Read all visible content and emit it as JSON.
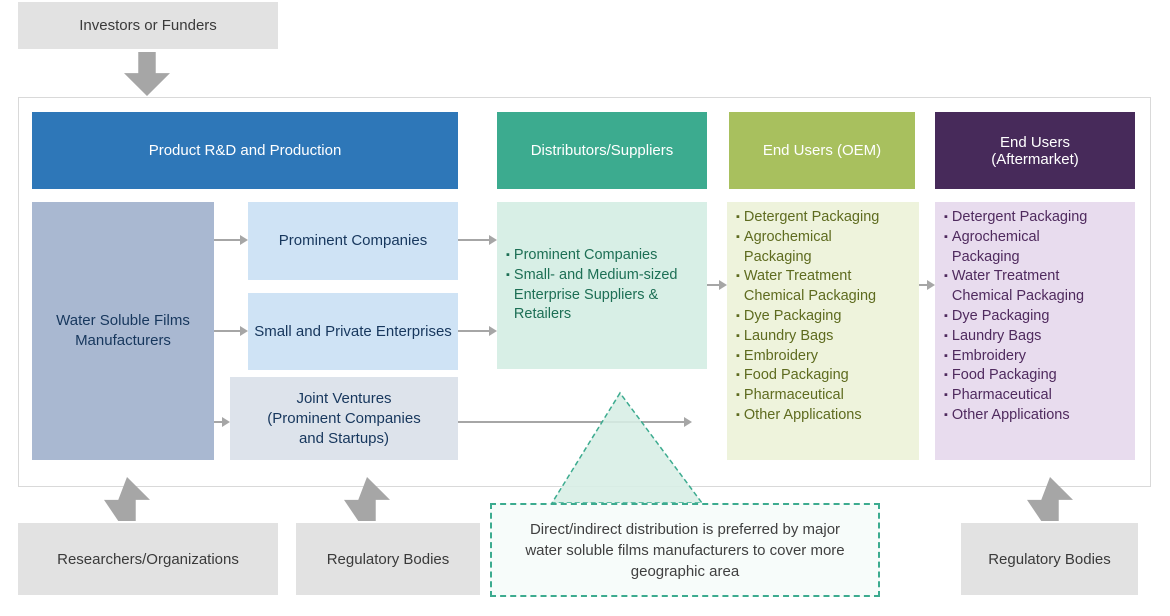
{
  "palette": {
    "header_rnd": "#2e77b8",
    "header_distributors": "#3cab8f",
    "header_oem": "#a8c05e",
    "header_aftermarket": "#472a5a",
    "box_manufacturers": "#a9b8d1",
    "box_light_blue": "#cfe3f5",
    "box_joint_ventures": "#dde3eb",
    "box_light_teal": "#d8efe6",
    "box_light_olive": "#eef3dc",
    "box_light_purple": "#e8dcee",
    "box_gray": "#e2e2e2",
    "arrow_gray": "#a6a6a6",
    "callout_border": "#3cab8f"
  },
  "external": {
    "investors": "Investors or Funders",
    "researchers": "Researchers/Organizations",
    "regulatory_left": "Regulatory Bodies",
    "regulatory_right": "Regulatory Bodies"
  },
  "headers": {
    "rnd": "Product R&D and Production",
    "distributors": "Distributors/Suppliers",
    "oem": "End Users (OEM)",
    "aftermarket": "End Users (Aftermarket)"
  },
  "production": {
    "manufacturers": "Water Soluble Films Manufacturers",
    "prominent": "Prominent Companies",
    "small_private": "Small and Private Enterprises",
    "joint_ventures": "Joint Ventures (Prominent Companies and Startups)"
  },
  "distributors_items": [
    "Prominent Companies",
    "Small- and Medium-sized Enterprise Suppliers & Retailers"
  ],
  "oem_items": [
    "Detergent Packaging",
    "Agrochemical Packaging",
    "Water Treatment Chemical Packaging",
    "Dye Packaging",
    "Laundry Bags",
    "Embroidery",
    "Food Packaging",
    "Pharmaceutical",
    "Other Applications"
  ],
  "aftermarket_items": [
    "Detergent Packaging",
    "Agrochemical Packaging",
    "Water Treatment Chemical Packaging",
    "Dye Packaging",
    "Laundry Bags",
    "Embroidery",
    "Food Packaging",
    "Pharmaceutical",
    "Other Applications"
  ],
  "callout": {
    "text": "Direct/indirect distribution is preferred by major water soluble films manufacturers to cover more geographic area"
  }
}
